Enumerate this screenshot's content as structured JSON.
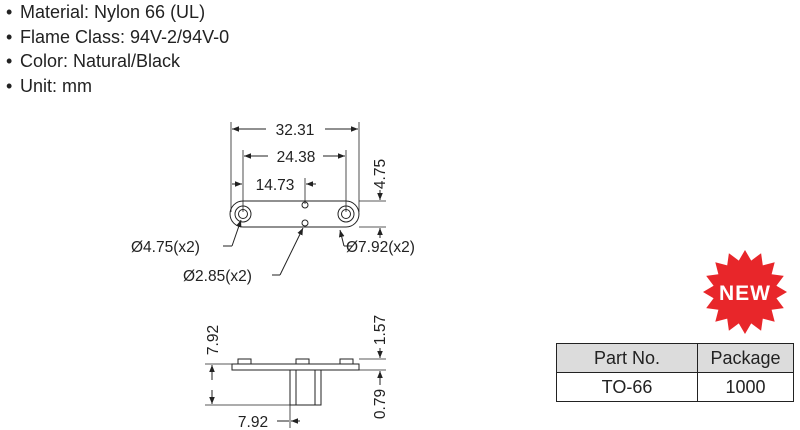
{
  "specs": [
    "Material: Nylon 66 (UL)",
    "Flame Class: 94V-2/94V-0",
    "Color: Natural/Black",
    "Unit: mm"
  ],
  "bullet": "•",
  "dimensions": {
    "overall_length": "32.31",
    "hole_spacing": "24.38",
    "inner_spacing": "14.73",
    "height": "4.75",
    "hole_small": "Ø4.75(x2)",
    "hole_large": "Ø7.92(x2)",
    "hole_center": "Ø2.85(x2)",
    "side_height": "7.92",
    "side_top": "1.57",
    "side_bottom": "0.79",
    "side_width": "7.92"
  },
  "badge": {
    "label": "NEW",
    "color": "#e8262a"
  },
  "table": {
    "headers": [
      "Part No.",
      "Package"
    ],
    "rows": [
      [
        "TO-66",
        "1000"
      ]
    ]
  }
}
